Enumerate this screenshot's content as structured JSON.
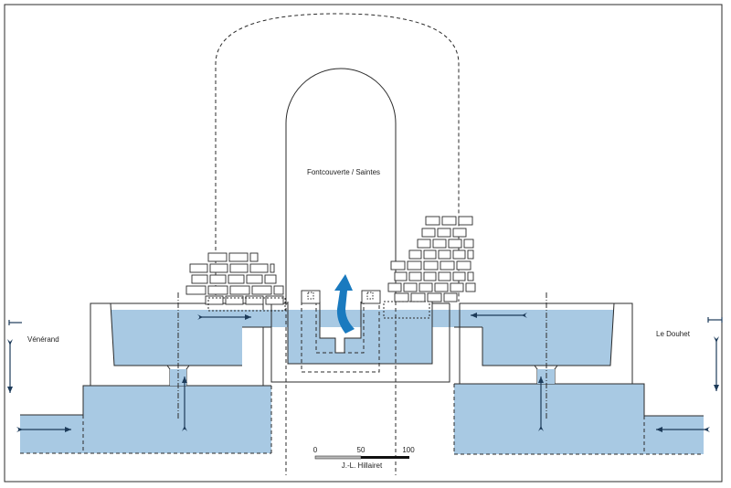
{
  "title": "Fontcouverte / Saintes",
  "left_label": "Vénérand",
  "right_label": "Le Douhet",
  "scale": {
    "ticks": [
      "0",
      "50",
      "100"
    ],
    "credit": "J.-L. Hillairet"
  },
  "colors": {
    "water": "#a8c9e3",
    "flow_arrow": "#1d3b5a",
    "upwelling_arrow": "#1a7abf",
    "outline": "#2b2b2b"
  }
}
